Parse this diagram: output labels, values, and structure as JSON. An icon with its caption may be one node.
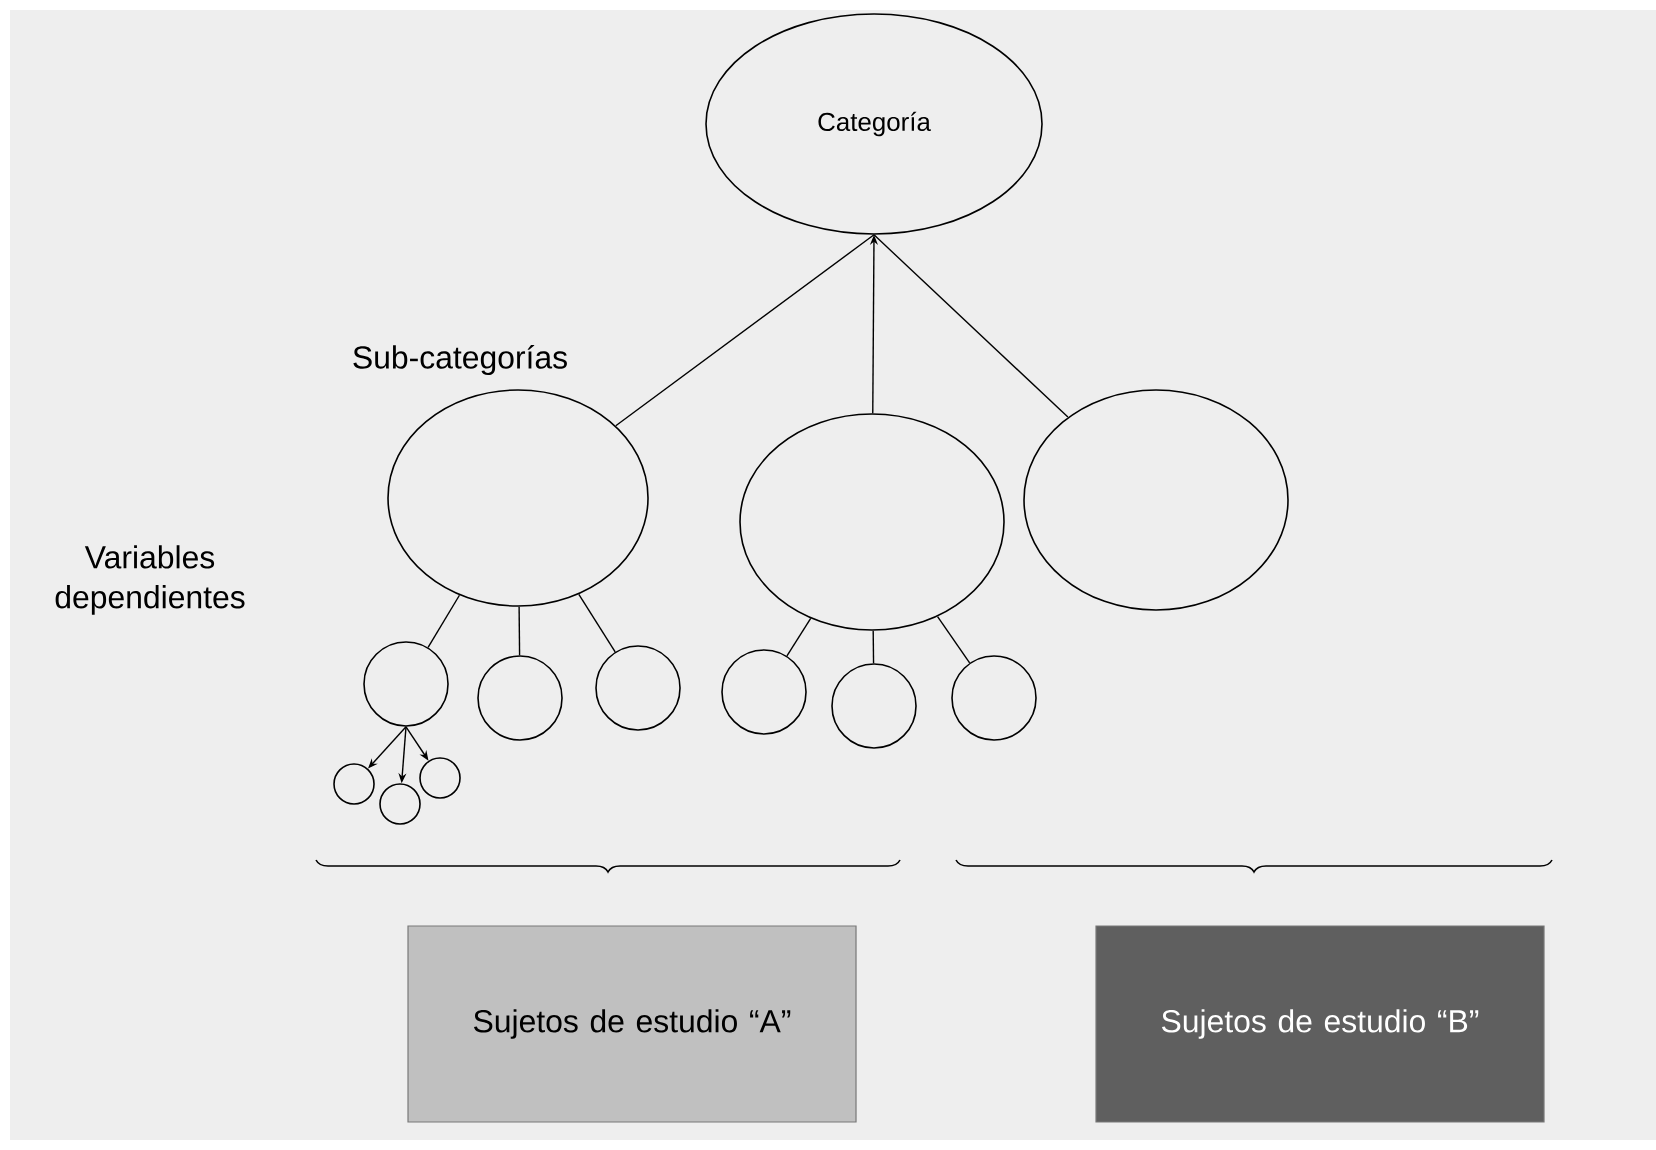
{
  "diagram": {
    "nodes": [
      {
        "text": [
          "Categoría"
        ]
      },
      {
        "text": [],
        "shape": "ellipse"
      },
      {
        "text": [],
        "shape": "ellipse"
      },
      {
        "text": [],
        "shape": "ellipse"
      },
      {
        "text": [],
        "shape": "circle"
      },
      {
        "text": [],
        "shape": "circle"
      },
      {
        "text": [],
        "shape": "circle"
      },
      {
        "text": [],
        "shape": "circle"
      },
      {
        "text": [],
        "shape": "circle"
      },
      {
        "text": [],
        "shape": "circle"
      },
      {
        "text": [],
        "shape": "circle"
      },
      {
        "text": [],
        "shape": "circle"
      },
      {
        "text": [],
        "shape": "circle"
      },
      {
        "text": [
          "Sujetos de estudio “A”"
        ]
      },
      {
        "text": [
          "Sujetos de estudio “B”"
        ]
      }
    ],
    "edges": [
      {
        "from": 1,
        "to": 0,
        "arrow": "none"
      },
      {
        "from": 2,
        "to": 0,
        "arrow": "to"
      },
      {
        "from": 3,
        "to": 0,
        "arrow": "none"
      },
      {
        "from": 1,
        "to": 4,
        "arrow": "none"
      },
      {
        "from": 1,
        "to": 5,
        "arrow": "none"
      },
      {
        "from": 1,
        "to": 6,
        "arrow": "none"
      },
      {
        "from": 2,
        "to": 7,
        "arrow": "none"
      },
      {
        "from": 2,
        "to": 8,
        "arrow": "none"
      },
      {
        "from": 2,
        "to": 9,
        "arrow": "none"
      },
      {
        "from": 4,
        "to": 10,
        "arrow": "to"
      },
      {
        "from": 4,
        "to": 11,
        "arrow": "to"
      },
      {
        "from": 4,
        "to": 12,
        "arrow": "to"
      }
    ],
    "labels": [
      "Sub-categorías",
      "Variables dependientes"
    ]
  }
}
